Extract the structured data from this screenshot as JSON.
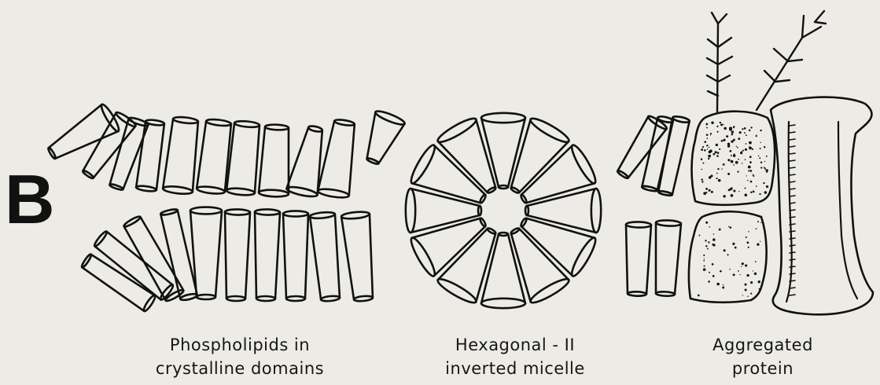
{
  "panel_label": "B",
  "captions": {
    "phospholipids": {
      "line1": "Phospholipids in",
      "line2": "crystalline domains"
    },
    "micelle": {
      "line1": "Hexagonal - II",
      "line2": "inverted micelle"
    },
    "protein": {
      "line1": "Aggregated",
      "line2": "protein"
    }
  },
  "colors": {
    "ink": "#111111",
    "paper": "#ecebe6"
  }
}
